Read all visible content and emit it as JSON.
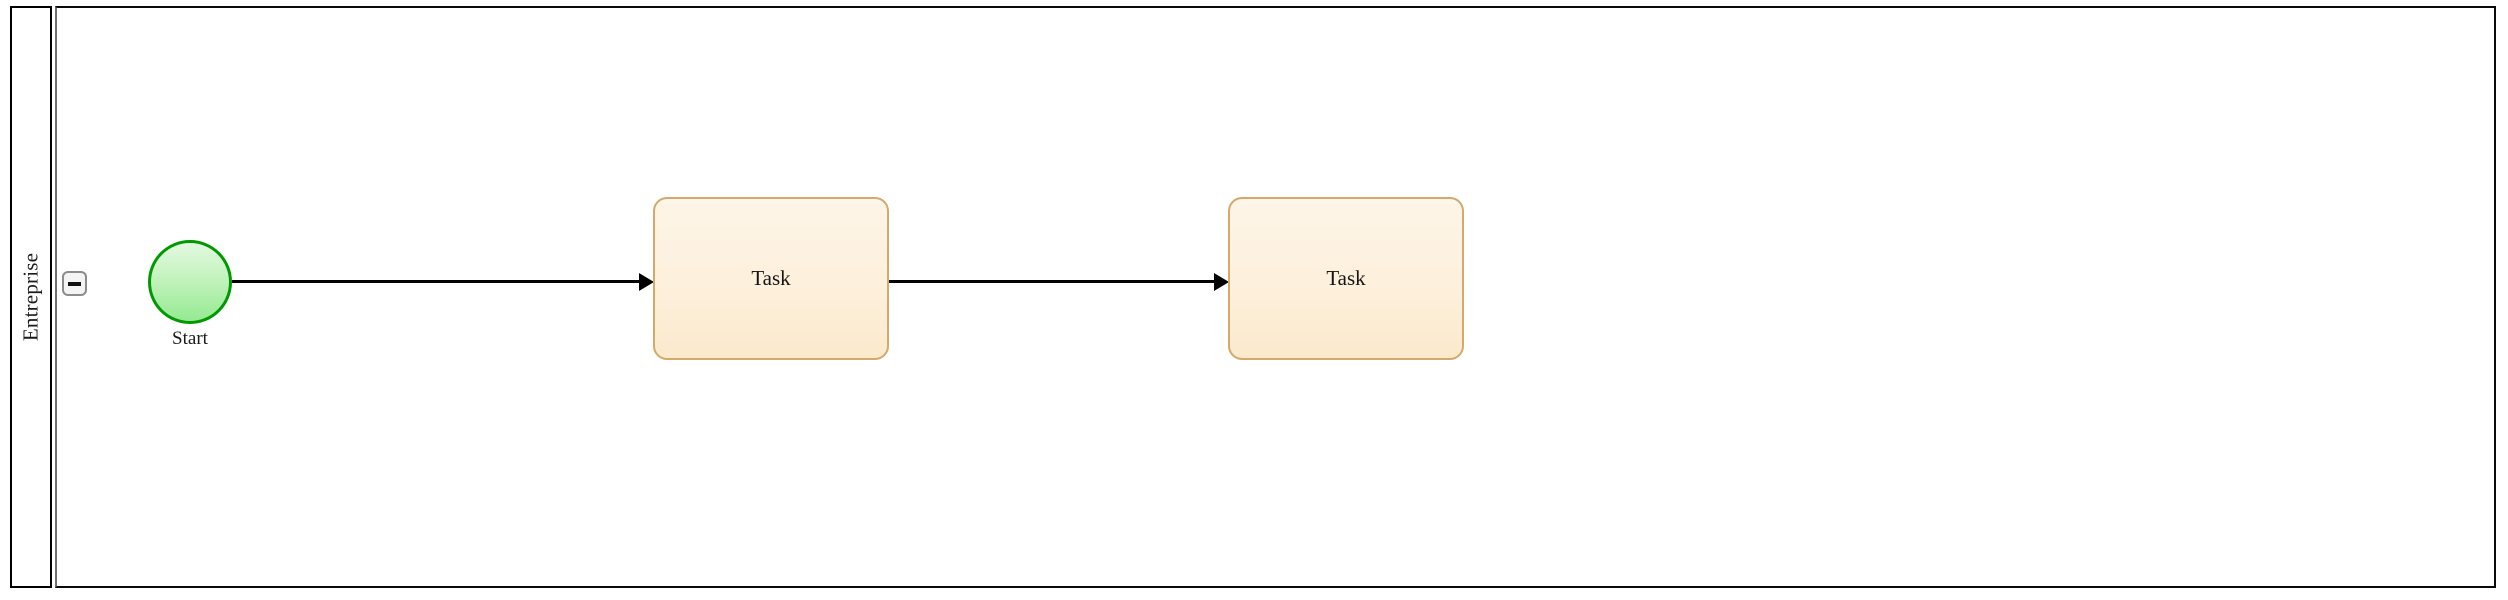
{
  "diagram": {
    "type": "bpmn-pool",
    "title": "Entreprise",
    "background_color": "#ffffff",
    "pool": {
      "lane_label": "Entreprise",
      "border_color": "#000000",
      "collapse_button": {
        "name": "collapse-lane-button",
        "state": "expanded",
        "glyph": "minus",
        "fill_color": "#f4f4f4",
        "border_color": "#8c8c8c"
      }
    },
    "nodes": [
      {
        "id": "start-event",
        "type": "start-event",
        "label": "Start",
        "shape": "circle",
        "fill_color": "#c6f3c0",
        "border_color": "#009900"
      },
      {
        "id": "task-1",
        "type": "task",
        "label": "Task",
        "shape": "rounded-rectangle",
        "fill_color": "#fdf0dc",
        "border_color": "#d3a96c"
      },
      {
        "id": "task-2",
        "type": "task",
        "label": "Task",
        "shape": "rounded-rectangle",
        "fill_color": "#fdf0dc",
        "border_color": "#d3a96c"
      }
    ],
    "flows": [
      {
        "id": "flow-1",
        "type": "sequence-flow",
        "from": "start-event",
        "to": "task-1",
        "label": "",
        "color": "#000000"
      },
      {
        "id": "flow-2",
        "type": "sequence-flow",
        "from": "task-1",
        "to": "task-2",
        "label": "",
        "color": "#000000"
      }
    ]
  }
}
